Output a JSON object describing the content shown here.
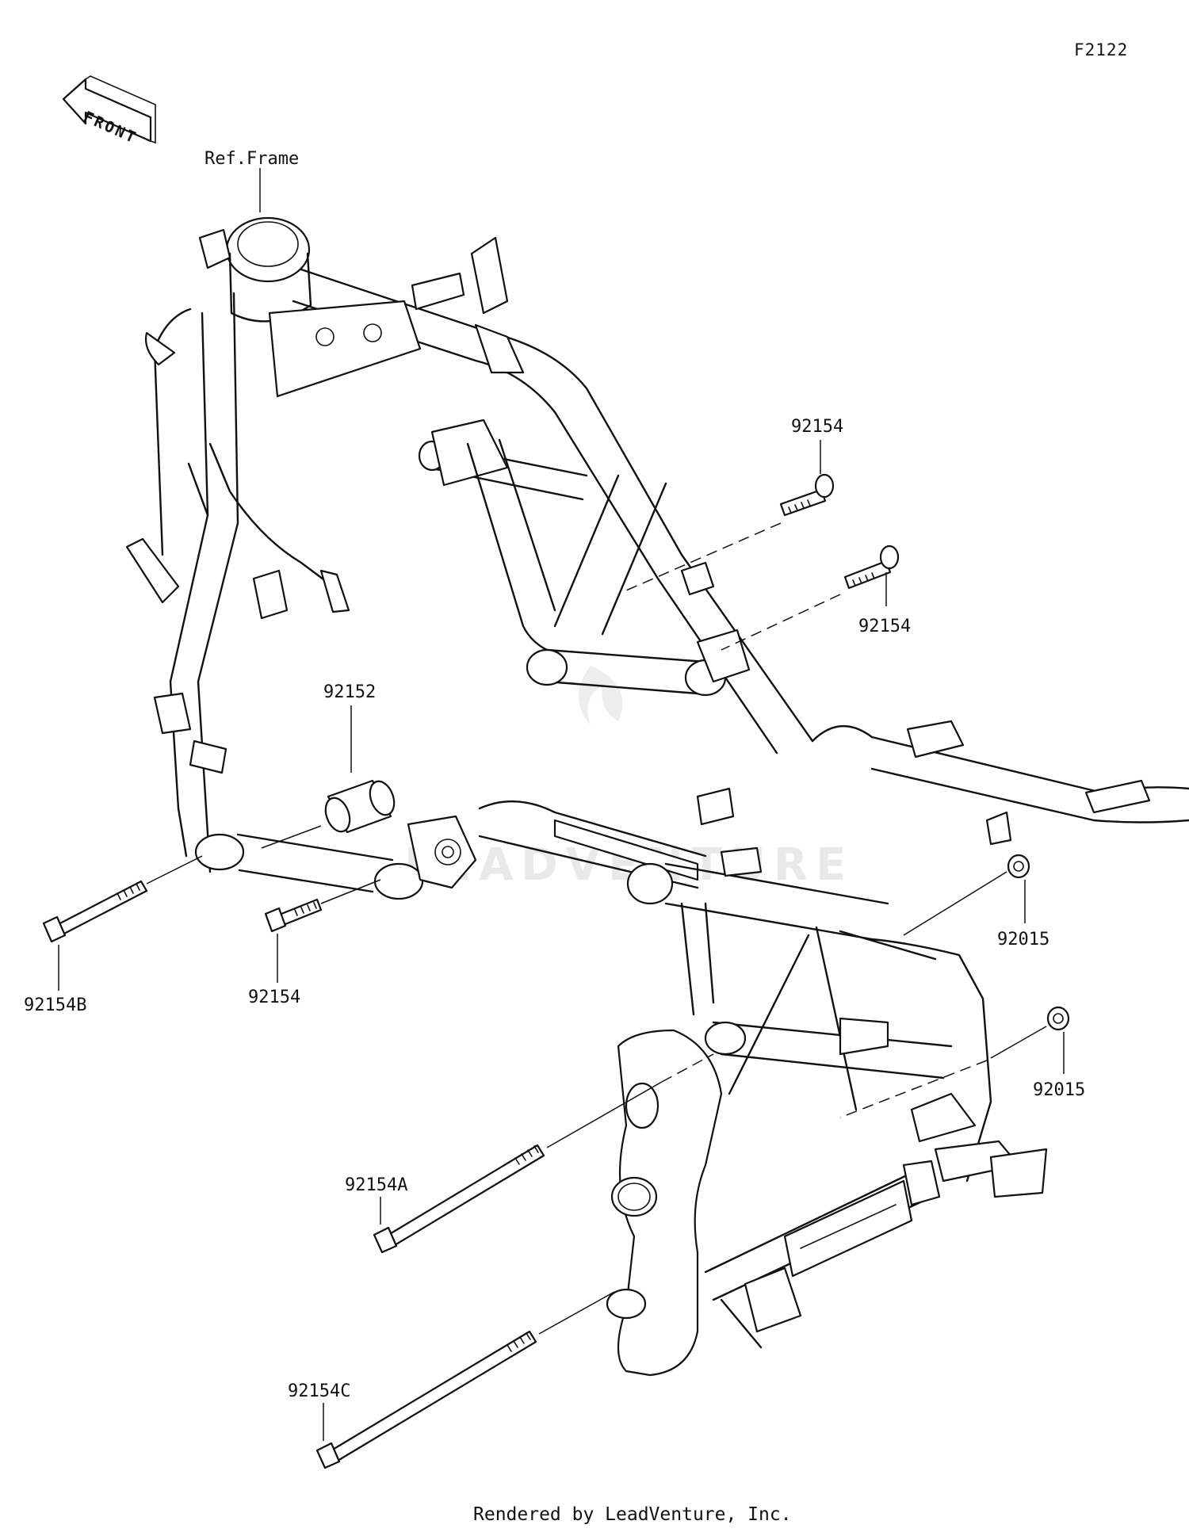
{
  "diagram_code": "F2122",
  "front_label": "FRONT",
  "ref_label": "Ref.Frame",
  "parts": {
    "bolt_upper_1": "92154",
    "bolt_upper_2": "92154",
    "collar": "92152",
    "bolt_b": "92154B",
    "bolt_front_lower": "92154",
    "nut_1": "92015",
    "nut_2": "92015",
    "bolt_a": "92154A",
    "bolt_c": "92154C"
  },
  "watermark": "LEADVENTURE",
  "footer": "Rendered by LeadVenture, Inc."
}
